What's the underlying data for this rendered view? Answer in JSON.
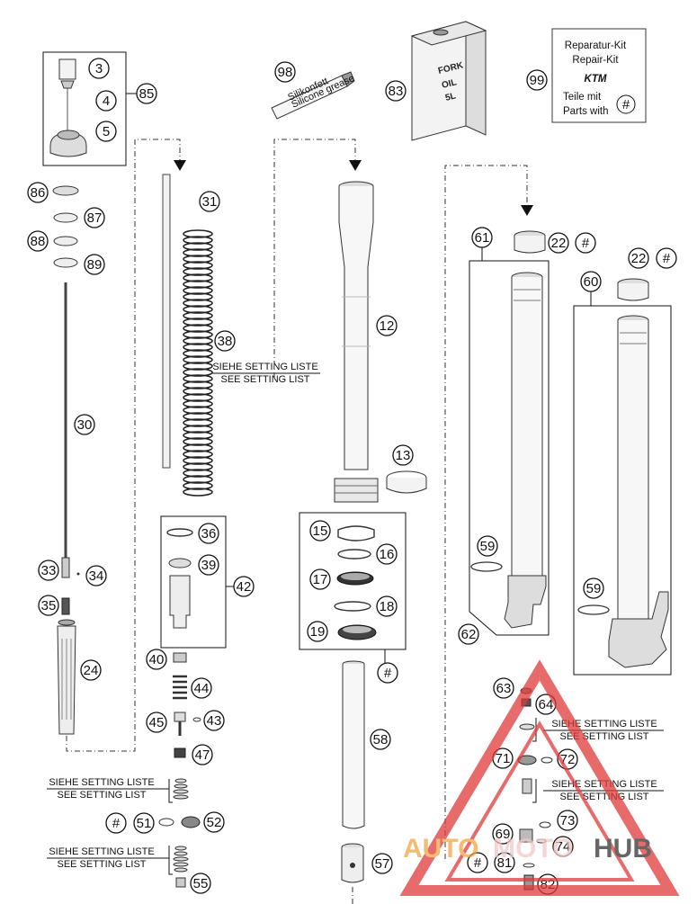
{
  "parts": {
    "p3": "3",
    "p4": "4",
    "p5": "5",
    "p85": "85",
    "p86": "86",
    "p87": "87",
    "p88": "88",
    "p89": "89",
    "p30": "30",
    "p31": "31",
    "p38": "38",
    "p33": "33",
    "p34": "34",
    "p35": "35",
    "p24": "24",
    "p36": "36",
    "p39": "39",
    "p42": "42",
    "p40": "40",
    "p44": "44",
    "p45": "45",
    "p43": "43",
    "p47": "47",
    "p51": "51",
    "p52": "52",
    "p55": "55",
    "p98": "98",
    "p12": "12",
    "p13": "13",
    "p15": "15",
    "p16": "16",
    "p17": "17",
    "p18": "18",
    "p19": "19",
    "p58": "58",
    "p57": "57",
    "p83": "83",
    "p99": "99",
    "p61": "61",
    "p22a": "22",
    "p22b": "22",
    "p60": "60",
    "p59a": "59",
    "p59b": "59",
    "p62": "62",
    "p63": "63",
    "p64": "64",
    "p71": "71",
    "p72": "72",
    "p69": "69",
    "p73": "73",
    "p74": "74",
    "p81": "81",
    "p82": "82"
  },
  "hash": "#",
  "setting_de": "SIEHE SETTING LISTE",
  "setting_en": "SEE SETTING LIST",
  "oil_can": {
    "line1": "FORK",
    "line2": "OIL",
    "line3": "5L"
  },
  "grease": {
    "line1": "Silikonfett",
    "line2": "Silicone grease"
  },
  "repair_kit": {
    "title_de": "Reparatur-Kit",
    "title_en": "Repair-Kit",
    "brand": "KTM",
    "parts_de": "Teile mit",
    "parts_en": "Parts with",
    "symbol": "#"
  },
  "watermark": {
    "auto": "AUTO",
    "moto": "MOTO",
    "hub": "HUB",
    "color_auto": "#f2a541",
    "color_moto": "#f4c7c7",
    "color_hub": "#333333",
    "triangle": "#e03a3a"
  }
}
